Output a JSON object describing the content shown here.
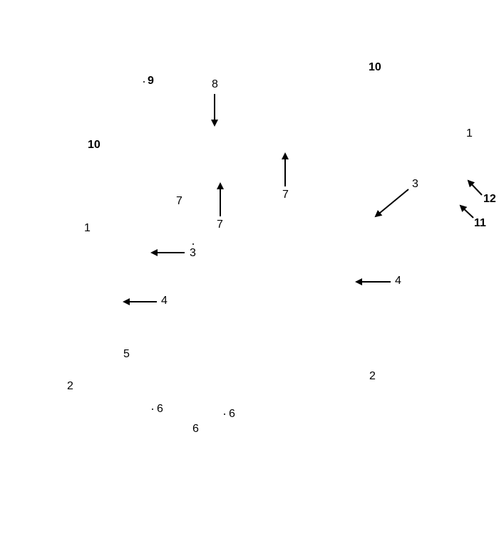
{
  "labels": {
    "l1": "9",
    "l2": "8",
    "l3": "10",
    "l4": "10",
    "l5": "1",
    "l6": "7",
    "l7": "7",
    "l8": "7",
    "l9": "3",
    "l10": "12",
    "l11": "11",
    "l12": "1",
    "l13": "3",
    "l14": "4",
    "l15": "4",
    "l16": "5",
    "l17": "2",
    "l18": "2",
    "l19": "6",
    "l20": "6",
    "l21": "6"
  },
  "colors": {
    "ink": "#000000",
    "background": "#ffffff"
  }
}
